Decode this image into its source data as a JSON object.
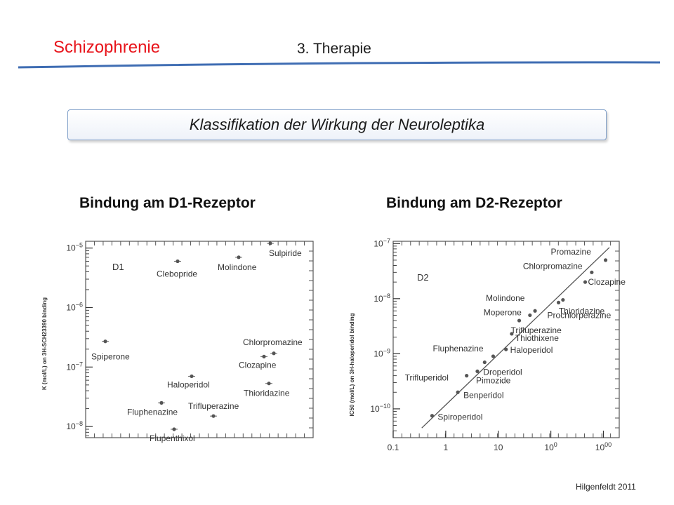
{
  "header": {
    "topic": "Schizophrenie",
    "section": "3. Therapie"
  },
  "banner": {
    "title": "Klassifikation der Wirkung der Neuroleptika"
  },
  "colors": {
    "topic": "#e8141b",
    "rule": "#3f6db3",
    "banner_border": "#7f9fc9"
  },
  "footer": {
    "credit": "Hilgenfeldt 2011"
  },
  "chart_data": [
    {
      "type": "scatter",
      "title": "Bindung am D1-Rezeptor",
      "inset_label": "D1",
      "ylabel": "K (mol/L) on 3H-SCH23390 binding",
      "y_scale": "log",
      "ylim": [
        6.5e-09,
        1.3e-05
      ],
      "y_ticks": [
        1e-05,
        1e-06,
        1e-07,
        1e-08
      ],
      "y_tick_labels": [
        "10−5",
        "10−6",
        "10−7",
        "10−8"
      ],
      "x_axis_labeled": false,
      "points": [
        {
          "name": "Sulpiride",
          "y": 1.2e-05
        },
        {
          "name": "Molindone",
          "y": 7e-06
        },
        {
          "name": "Clebopride",
          "y": 6e-06
        },
        {
          "name": "Spiperone",
          "y": 2.7e-07
        },
        {
          "name": "Chlorpromazine",
          "y": 1.7e-07
        },
        {
          "name": "Clozapine",
          "y": 1.5e-07
        },
        {
          "name": "Haloperidol",
          "y": 7e-08
        },
        {
          "name": "Thioridazine",
          "y": 5.3e-08
        },
        {
          "name": "Fluphenazine",
          "y": 2.5e-08
        },
        {
          "name": "Trifluperazine",
          "y": 1.5e-08
        },
        {
          "name": "Flupenthixol",
          "y": 9e-09
        }
      ]
    },
    {
      "type": "scatter",
      "title": "Bindung am D2-Rezeptor",
      "inset_label": "D2",
      "ylabel": "IC50 (mol/L) on 3H-haloperidol binding",
      "y_scale": "log",
      "x_scale": "log",
      "ylim": [
        3e-11,
        1.1e-07
      ],
      "xlim": [
        0.1,
        2000
      ],
      "y_ticks": [
        1e-07,
        1e-08,
        1e-09,
        1e-10
      ],
      "y_tick_labels": [
        "10−7",
        "10−8",
        "10−9",
        "10−10"
      ],
      "x_ticks": [
        0.1,
        1,
        10,
        100,
        1000
      ],
      "x_tick_labels": [
        "0.1",
        "1",
        "10",
        "100",
        "1000"
      ],
      "regression_line": {
        "x": [
          0.35,
          1300
        ],
        "y": [
          4.5e-11,
          8.5e-08
        ]
      },
      "points": [
        {
          "name": "Promazine",
          "x": 1100,
          "y": 5e-08
        },
        {
          "name": "Chlorpromazine",
          "x": 600,
          "y": 3e-08
        },
        {
          "name": "Clozapine",
          "x": 450,
          "y": 2e-08
        },
        {
          "name": "Thioridazine",
          "x": 170,
          "y": 9.5e-09
        },
        {
          "name": "Prochlorperazine",
          "x": 140,
          "y": 8.5e-09
        },
        {
          "name": "Molindone",
          "x": 50,
          "y": 6e-09
        },
        {
          "name": "Moperone",
          "x": 40,
          "y": 5e-09
        },
        {
          "name": "Trifluperazine",
          "x": 25,
          "y": 4e-09
        },
        {
          "name": "Thiothixene",
          "x": 18,
          "y": 2.3e-09
        },
        {
          "name": "Haloperidol",
          "x": 14,
          "y": 1.2e-09
        },
        {
          "name": "Fluphenazine",
          "x": 8,
          "y": 9e-10
        },
        {
          "name": "Droperidol",
          "x": 5.5,
          "y": 7e-10
        },
        {
          "name": "Pimozide",
          "x": 4,
          "y": 4.8e-10
        },
        {
          "name": "Trifluperidol",
          "x": 2.5,
          "y": 4e-10
        },
        {
          "name": "Benperidol",
          "x": 1.7,
          "y": 2e-10
        },
        {
          "name": "Spiroperidol",
          "x": 0.55,
          "y": 7.5e-11
        }
      ]
    }
  ]
}
